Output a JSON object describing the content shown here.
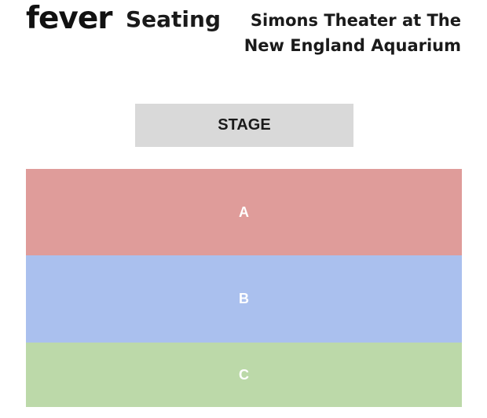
{
  "header": {
    "brand": "fever",
    "seating_label": "Seating",
    "venue_line1": "Simons Theater at The",
    "venue_line2": "New England Aquarium"
  },
  "map": {
    "stage_label": "STAGE",
    "sections": [
      {
        "label": "A",
        "color": "#df9c9a"
      },
      {
        "label": "B",
        "color": "#aac0ee"
      },
      {
        "label": "C",
        "color": "#bcd9a9"
      }
    ]
  }
}
